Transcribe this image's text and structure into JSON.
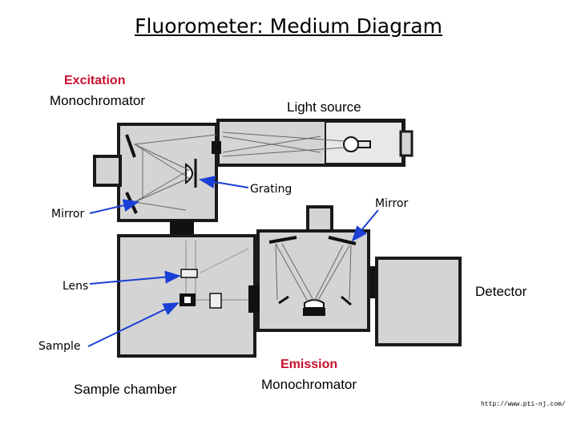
{
  "title": "Fluorometer: Medium Diagram",
  "labels": {
    "excitation_line1": "Excitation",
    "excitation_line2": "Monochromator",
    "light_source": "Light source",
    "grating": "Grating",
    "mirror_left": "Mirror",
    "mirror_right": "Mirror",
    "lens": "Lens",
    "sample": "Sample",
    "detector": "Detector",
    "emission_line1": "Emission",
    "emission_line2": "Monochromator",
    "sample_chamber": "Sample chamber",
    "credit_url": "http://www.pti-nj.com/"
  },
  "colors": {
    "arrow": "#1a3fd6",
    "heading_red": "#c8102e",
    "housing_fill": "#d4d4d4",
    "housing_stroke": "#1a1a1a"
  }
}
